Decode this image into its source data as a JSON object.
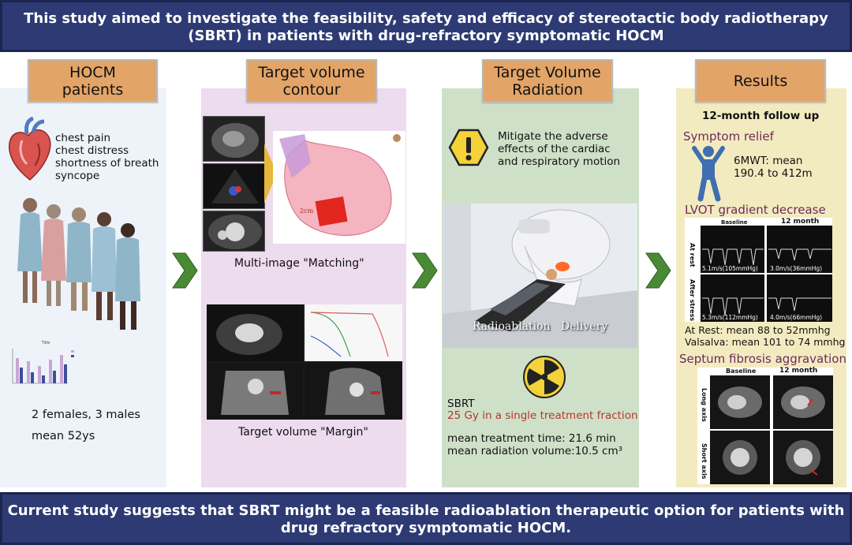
{
  "header": {
    "line1": "This study aimed to investigate the feasibility, safety and efficacy of stereotactic body radiotherapy",
    "line2": "(SBRT) in patients with drug-refractory symptomatic HOCM"
  },
  "footer": {
    "line1": "Current study suggests that SBRT might be a feasible radioablation therapeutic option for patients with",
    "line2": "drug refractory symptomatic HOCM."
  },
  "panel1": {
    "head_line1": "HOCM",
    "head_line2": "patients",
    "symptoms": [
      "chest pain",
      "chest distress",
      "shortness of breath",
      "syncope"
    ],
    "mini_chart_title": "Title",
    "demo_line1": "2 females, 3 males",
    "demo_line2": "mean 52ys"
  },
  "panel2": {
    "head_line1": "Target volume",
    "head_line2": "contour",
    "label_2cm": "2cm",
    "matching_caption": "Multi-image \"Matching\"",
    "margin_caption": "Target volume \"Margin\""
  },
  "panel3": {
    "head_line1": "Target Volume",
    "head_line2": "Radiation",
    "mitigate_lines": [
      "Mitigate the adverse",
      "effects of the cardiac",
      "and respiratory motion"
    ],
    "photo_caption": "Radioablation   Delivery",
    "sbrt_label": "SBRT",
    "dose_line": "25 Gy in a single treatment fraction",
    "time_line": "mean treatment time: 21.6 min",
    "volume_line": "mean radiation volume:10.5 cm³"
  },
  "panel4": {
    "head": "Results",
    "followup": "12-month follow up",
    "symptom_relief": "Symptom relief",
    "sixmwt_line1": "6MWT: mean",
    "sixmwt_line2": "190.4 to 412m",
    "lvot_title": "LVOT gradient decrease",
    "echo_col_baseline": "Baseline",
    "echo_col_12month": "12 month",
    "echo_row_rest": "At rest",
    "echo_row_stress": "After stress",
    "echo_values": [
      "5.1m/s(105mmHg)",
      "3.0m/s(36mmHg)",
      "5.3m/s(112mmHg)",
      "4.0m/s(66mmHg)"
    ],
    "rest_line": "At Rest: mean 88 to 52mmhg",
    "valsalva_line": "Valsalva: mean 101 to 74 mmhg",
    "fibrosis_title": "Septum fibrosis aggravation",
    "mri_col_baseline": "Baseline",
    "mri_col_12month": "12 month",
    "mri_row_long": "Long axis",
    "mri_row_short": "Short axis"
  },
  "colors": {
    "banner": "#2d3a73",
    "header_box": "#e3a468",
    "chevron": "#4a8a35",
    "panel1_bg": "#eef3fa",
    "panel2_bg": "#ecdcee",
    "panel3_bg": "#cfe0c8",
    "panel4_bg": "#f3ebc0",
    "accent_purple": "#6d2a5a",
    "accent_red": "#b5362c"
  }
}
